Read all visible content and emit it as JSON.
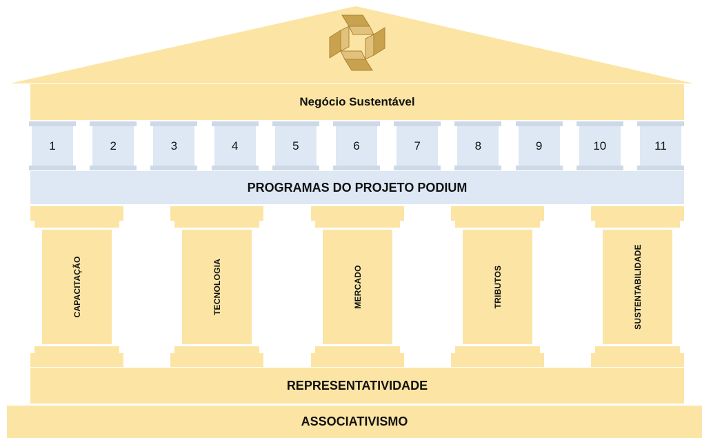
{
  "roof": {
    "logo_icon": "gold-knot-logo-icon"
  },
  "entablature": {
    "label": "Negócio Sustentável"
  },
  "small_columns": [
    "1",
    "2",
    "3",
    "4",
    "5",
    "6",
    "7",
    "8",
    "9",
    "10",
    "11"
  ],
  "programs_band": {
    "label": "PROGRAMAS DO PROJETO PODIUM"
  },
  "pillars": [
    "CAPACITAÇÃO",
    "TECNOLOGIA",
    "MERCADO",
    "TRIBUTOS",
    "SUSTENTABILIDADE"
  ],
  "foundation": {
    "upper_label": "REPRESENTATIVIDADE",
    "lower_label": "ASSOCIATIVISMO"
  },
  "colors": {
    "beige": "#fce5a4",
    "blue": "#dde8f4",
    "gold": "#c9a24e"
  }
}
